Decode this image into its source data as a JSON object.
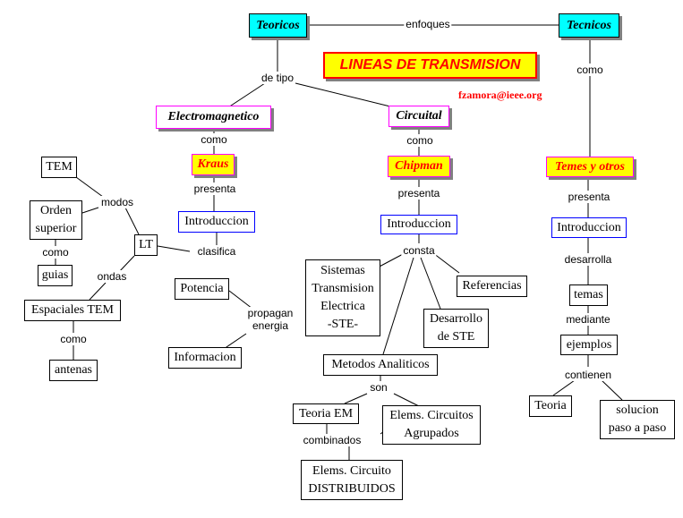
{
  "title": "LINEAS DE TRANSMISION",
  "author": "fzamora@ieee.org",
  "nodes": {
    "teoricos": "Teoricos",
    "tecnicos": "Tecnicos",
    "electromagnetico": "Electromagnetico",
    "circuital": "Circuital",
    "kraus": "Kraus",
    "chipman": "Chipman",
    "temes": "Temes y otros",
    "intro_kraus": "Introduccion",
    "intro_chipman": "Introduccion",
    "intro_temes": "Introduccion",
    "tem": "TEM",
    "orden_superior": "Orden\nsuperior",
    "lt": "LT",
    "guias": "guias",
    "espaciales_tem": "Espaciales TEM",
    "antenas": "antenas",
    "potencia": "Potencia",
    "informacion": "Informacion",
    "sistemas_ste": "Sistemas\nTransmision\nElectrica\n-STE-",
    "referencias": "Referencias",
    "desarrollo_ste": "Desarrollo\nde STE",
    "metodos_analiticos": "Metodos Analiticos",
    "teoria_em": "Teoria EM",
    "elems_agrupados": "Elems. Circuitos\nAgrupados",
    "elems_distribuidos": "Elems. Circuito\nDISTRIBUIDOS",
    "temas": "temas",
    "ejemplos": "ejemplos",
    "teoria": "Teoria",
    "solucion": "solucion\npaso a paso"
  },
  "links": {
    "enfoques": "enfoques",
    "de_tipo": "de tipo",
    "como_tecnicos": "como",
    "como_em": "como",
    "como_circuital": "como",
    "presenta_kraus": "presenta",
    "presenta_chipman": "presenta",
    "presenta_temes": "presenta",
    "modos": "modos",
    "como_orden": "como",
    "clasifica": "clasifica",
    "ondas": "ondas",
    "como_antenas": "como",
    "propagan_energia": "propagan\nenergia",
    "consta": "consta",
    "son": "son",
    "combinados": "combinados",
    "desarrolla": "desarrolla",
    "mediante": "mediante",
    "contienen": "contienen"
  }
}
